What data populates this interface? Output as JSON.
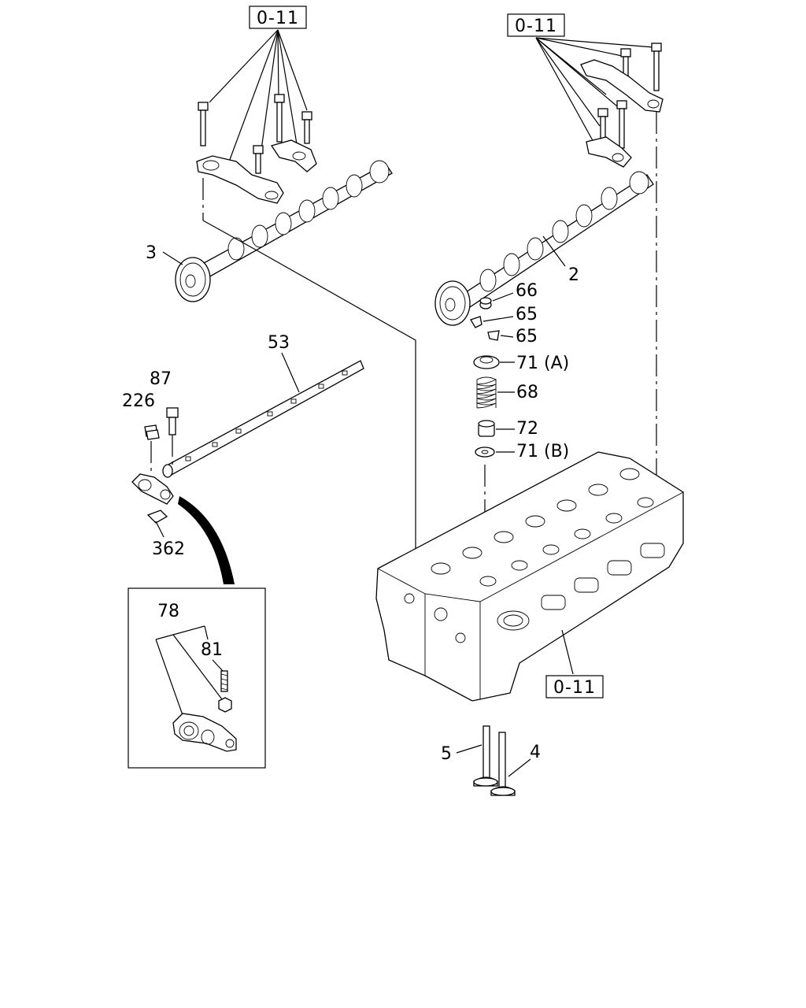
{
  "references": {
    "ref_top_left": "0-11",
    "ref_top_right": "0-11",
    "ref_head": "0-11"
  },
  "labels": {
    "camshaft_exhaust": "3",
    "camshaft_intake": "2",
    "rocker_shaft": "53",
    "bolt": "87",
    "clip": "226",
    "bracket": "362",
    "rocker_arm_assy": "78",
    "adjust_screw": "81",
    "shim": "66",
    "collet_a": "65",
    "collet_b": "65",
    "spring_seat_upper": "71 (A)",
    "valve_spring": "68",
    "valve_seal": "72",
    "spring_seat_lower": "71 (B)",
    "exhaust_valve": "5",
    "intake_valve": "4"
  }
}
